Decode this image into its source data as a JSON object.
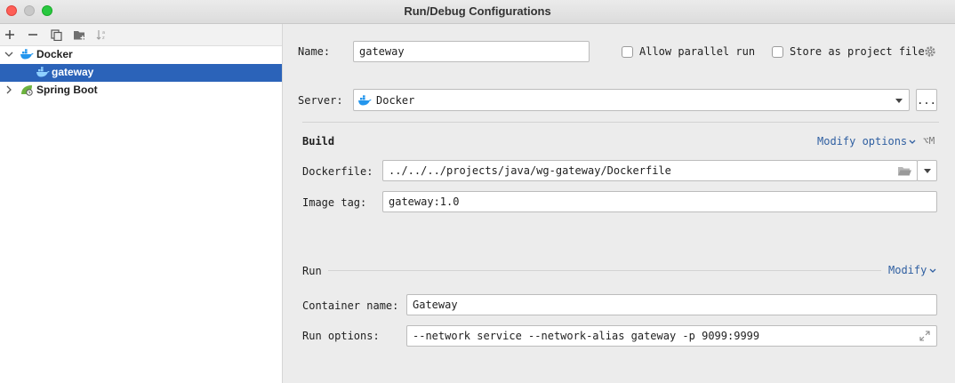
{
  "window": {
    "title": "Run/Debug Configurations"
  },
  "toolbar": {
    "icons": [
      "plus-icon",
      "minus-icon",
      "copy-icon",
      "new-folder-icon",
      "sort-icon"
    ]
  },
  "tree": {
    "docker_label": "Docker",
    "gateway_label": "gateway",
    "springboot_label": "Spring Boot"
  },
  "form": {
    "name_label": "Name:",
    "name_value": "gateway",
    "allow_parallel_label": "Allow parallel run",
    "store_project_label": "Store as project file",
    "server_label": "Server:",
    "server_value": "Docker",
    "server_more": "...",
    "build_section": "Build",
    "modify_options": "Modify options",
    "modify_options_shortcut": "⌥M",
    "dockerfile_label": "Dockerfile:",
    "dockerfile_value": "../../../projects/java/wg-gateway/Dockerfile",
    "image_tag_label": "Image tag:",
    "image_tag_value": "gateway:1.0",
    "run_section": "Run",
    "modify_run": "Modify",
    "container_name_label": "Container name:",
    "container_name_value": "Gateway",
    "run_options_label": "Run options:",
    "run_options_value": "--network service --network-alias gateway -p 9099:9999"
  },
  "colors": {
    "selection": "#2b63b9",
    "link": "#2f5fa1",
    "docker": "#2496ed",
    "spring": "#6db33f"
  }
}
